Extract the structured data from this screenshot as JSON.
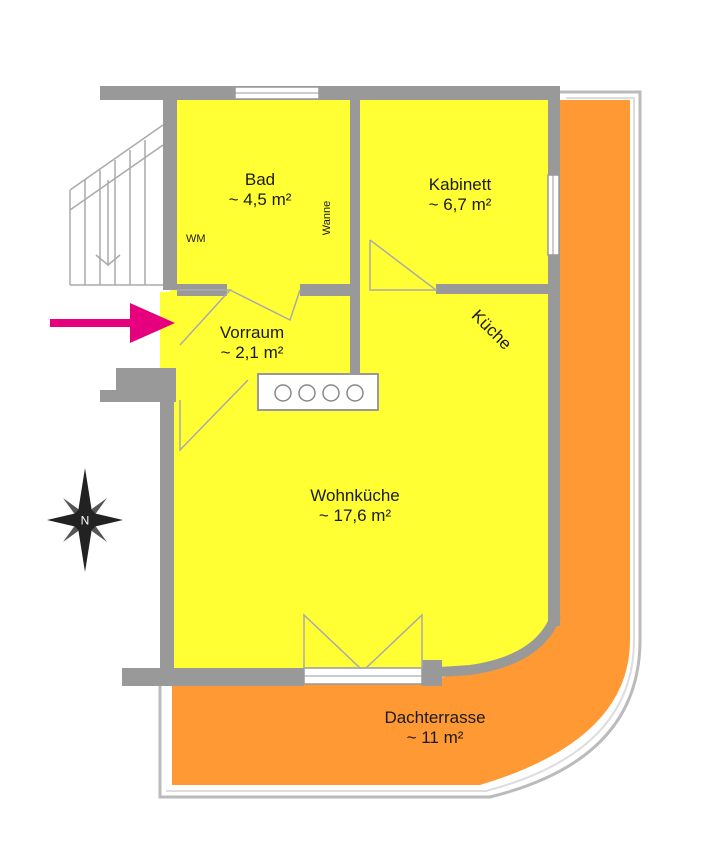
{
  "rooms": [
    {
      "name": "Bad",
      "area": "~ 4,5 m²"
    },
    {
      "name": "Kabinett",
      "area": "~ 6,7 m²"
    },
    {
      "name": "Vorraum",
      "area": "~ 2,1 m²"
    },
    {
      "name": "Wohnküche",
      "area": "~ 17,6 m²"
    },
    {
      "name": "Dachterrasse",
      "area": "~ 11 m²"
    }
  ],
  "fixtures": {
    "washing_machine": "WM",
    "bathtub": "Wanne",
    "kitchen": "Küche"
  },
  "compass": {
    "north": "N"
  },
  "colors": {
    "interior": "#ffff33",
    "terrace": "#ff9933",
    "wall": "#999999",
    "entrance_arrow": "#e6007e"
  }
}
